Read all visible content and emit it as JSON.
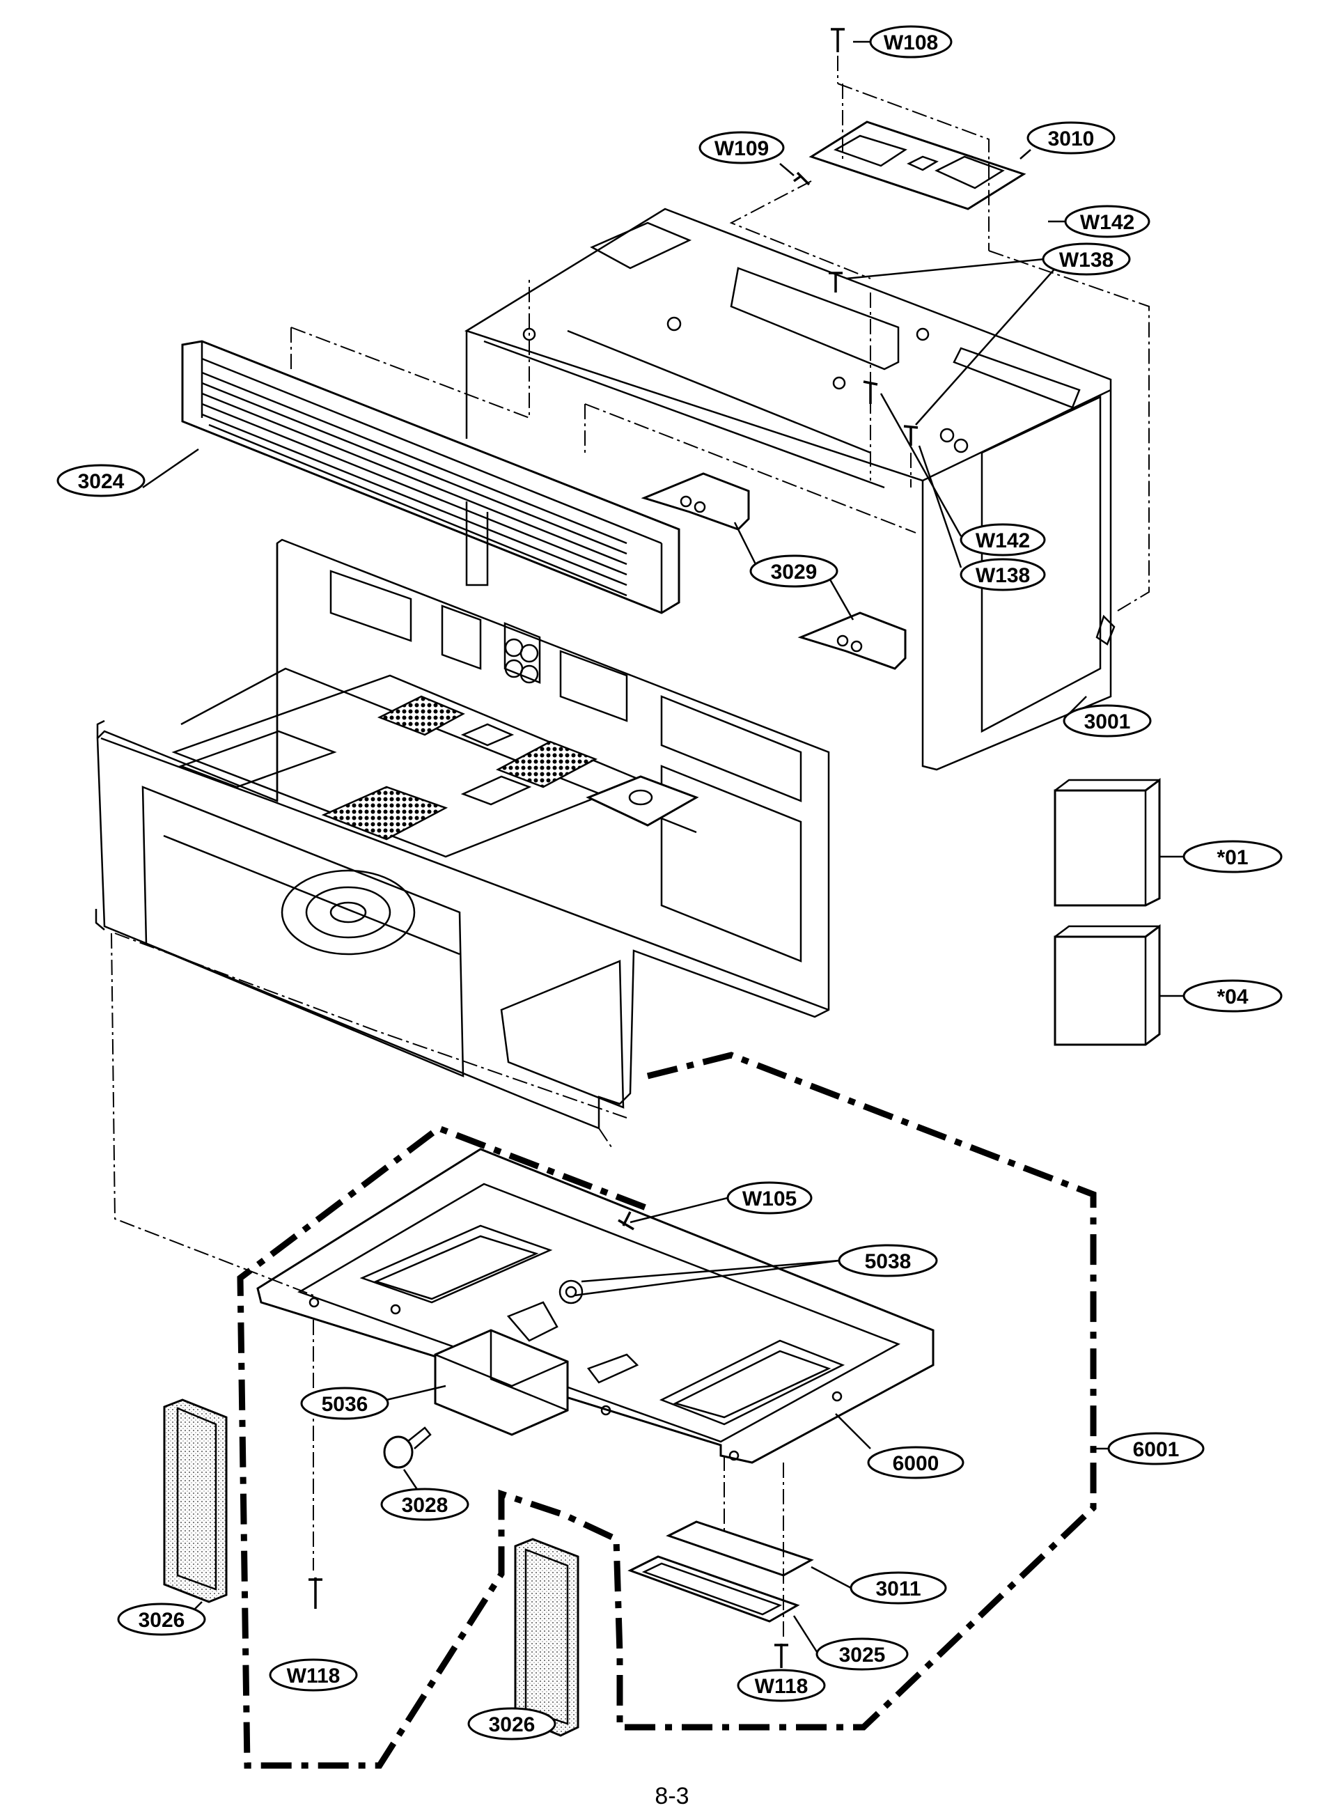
{
  "callouts": [
    {
      "id": "W108",
      "text": "W108"
    },
    {
      "id": "W109",
      "text": "W109"
    },
    {
      "id": "3010",
      "text": "3010"
    },
    {
      "id": "W142a",
      "text": "W142"
    },
    {
      "id": "W138a",
      "text": "W138"
    },
    {
      "id": "3024",
      "text": "3024"
    },
    {
      "id": "W142b",
      "text": "W142"
    },
    {
      "id": "W138b",
      "text": "W138"
    },
    {
      "id": "3029",
      "text": "3029"
    },
    {
      "id": "3001",
      "text": "3001"
    },
    {
      "id": "01",
      "text": "*01"
    },
    {
      "id": "04",
      "text": "*04"
    },
    {
      "id": "W105",
      "text": "W105"
    },
    {
      "id": "5038",
      "text": "5038"
    },
    {
      "id": "5036",
      "text": "5036"
    },
    {
      "id": "6000",
      "text": "6000"
    },
    {
      "id": "6001",
      "text": "6001"
    },
    {
      "id": "3028",
      "text": "3028"
    },
    {
      "id": "3011",
      "text": "3011"
    },
    {
      "id": "3025",
      "text": "3025"
    },
    {
      "id": "3026a",
      "text": "3026"
    },
    {
      "id": "W118a",
      "text": "W118"
    },
    {
      "id": "3026b",
      "text": "3026"
    },
    {
      "id": "W118b",
      "text": "W118"
    }
  ],
  "page_number": "8-3"
}
